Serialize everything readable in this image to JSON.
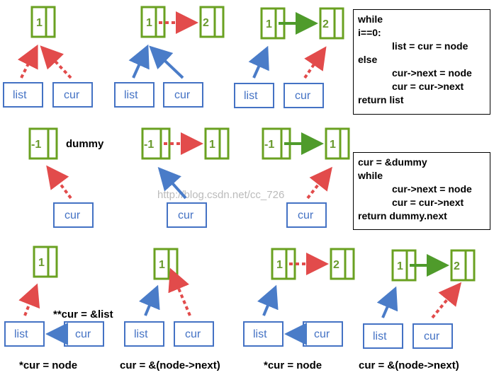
{
  "nodes": {
    "one": "1",
    "two": "2",
    "minus_one": "-1"
  },
  "pointers": {
    "list": "list",
    "cur": "cur"
  },
  "labels": {
    "dummy": "dummy",
    "double_ptr": "**cur = &list",
    "deref_assign": "*cur = node",
    "addr_next": "cur = &(node->next)"
  },
  "watermark": "http://blog.csdn.net/cc_726",
  "code_box_1": {
    "lines": [
      "while",
      "i==0:",
      "list = cur = node",
      "else",
      "cur->next = node",
      "cur = cur->next",
      "return list"
    ]
  },
  "code_box_2": {
    "lines": [
      "cur = &dummy",
      "while",
      "cur->next = node",
      "cur = cur->next",
      "return dummy.next"
    ]
  },
  "colors": {
    "node_border": "#6aa121",
    "pointer_border": "#4472c4",
    "blue_arrow": "#4a7cc8",
    "red_dotted_arrow": "#e24b4b",
    "green_arrow": "#4f9b2b"
  }
}
